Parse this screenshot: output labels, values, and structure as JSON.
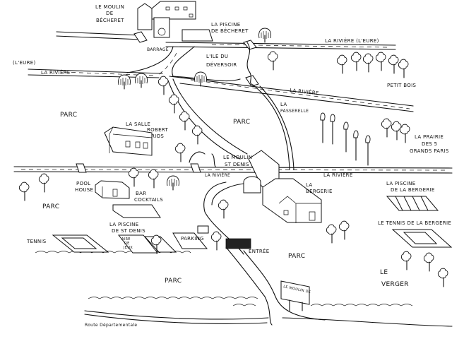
{
  "title": "Plan du domaine",
  "labels": {
    "moulin_becheret": [
      "LE MOULIN",
      "DE",
      "BÉCHERET"
    ],
    "piscine_becheret": [
      "LA PISCINE",
      "DE BÉCHERET"
    ],
    "barrage": "BARRAGE",
    "ile_deversoir": [
      "L'ILE DU",
      "DÉVERSOIR"
    ],
    "leure_left": "(L'EURE)",
    "riviere_left": "LA RIVIÈRE",
    "riviere_eure_top": "LA RIVIÈRE (L'EURE)",
    "riviere_middle": "LA RIVIÈRE",
    "riviere_bottom_center": "LA RIVIÈRE",
    "riviere_bottom_right": "LA RIVIÈRE",
    "petit_bois": "PETIT BOIS",
    "passerelle": [
      "LA",
      "PASSERELLE"
    ],
    "prairie": [
      "LA PRAIRIE",
      "DES 5",
      "GRANDS PARIS"
    ],
    "parc": [
      "PARC",
      "PARC",
      "PARC",
      "PARC",
      "PARC"
    ],
    "salle": [
      "LA SALLE",
      "ROBERT",
      "RIOS"
    ],
    "moulin_st_denis": [
      "LE MOULIN",
      "ST DENIS"
    ],
    "bergerie": [
      "LA",
      "BERGERIE"
    ],
    "pool_house": [
      "POOL",
      "HOUSE"
    ],
    "bar": [
      "BAR",
      "COCKTAILS"
    ],
    "piscine_st_denis": [
      "LA PISCINE",
      "DE ST DENIS"
    ],
    "tennis": "TENNIS",
    "aire_de_jeux": [
      "AIRE",
      "DE",
      "JEUX"
    ],
    "parking": "PARKING",
    "entree": "ENTRÉE",
    "piscine_bergerie": [
      "LA PISCINE",
      "DE LA BERGERIE"
    ],
    "tennis_bergerie": "LE TENNIS DE LA BERGERIE",
    "verger": [
      "LE",
      "VERGER"
    ],
    "sign": "LE MOULIN DE",
    "route": "Route Départementale"
  }
}
